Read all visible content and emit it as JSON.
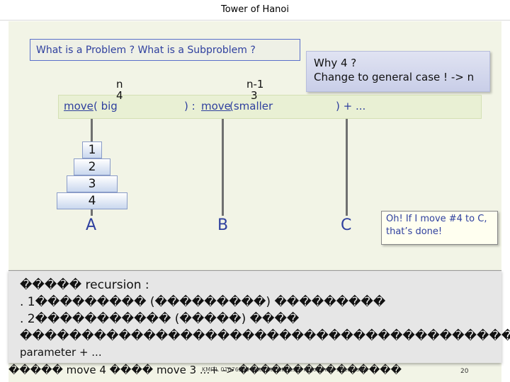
{
  "header": {
    "title": "Tower of Hanoi"
  },
  "question": "What is a Problem ? What is a Subproblem ?",
  "why_box": {
    "line1": "Why 4 ?",
    "line2": "Change to general case ! -> n"
  },
  "move_line": {
    "move1": "move",
    "part1": " ( big",
    "part2": ") : ",
    "move2": "move",
    "part3": " (smaller",
    "part4": ") + ..."
  },
  "labels": {
    "n": "n",
    "four": "4",
    "n_minus_1": "n-1",
    "three": "3"
  },
  "disks": [
    "1",
    "2",
    "3",
    "4"
  ],
  "pegs": [
    "A",
    "B",
    "C"
  ],
  "oh_note": {
    "line1": "Oh! If I move #4 to C,",
    "line2": "that’s done!"
  },
  "recursion": {
    "line1": "����� recursion :",
    "line2": ". 1��������� (���������) ���������",
    "line3": ". 2����������� (�����) ����",
    "line4": "�����������������������������������������",
    "line5": "parameter + ..."
  },
  "footer": {
    "left": "����� move 4  ���� move 3 ...+ -> ���������������",
    "center": "KMITL 01076249 Data Structures & Algorithms : Recursion",
    "page": "20"
  }
}
